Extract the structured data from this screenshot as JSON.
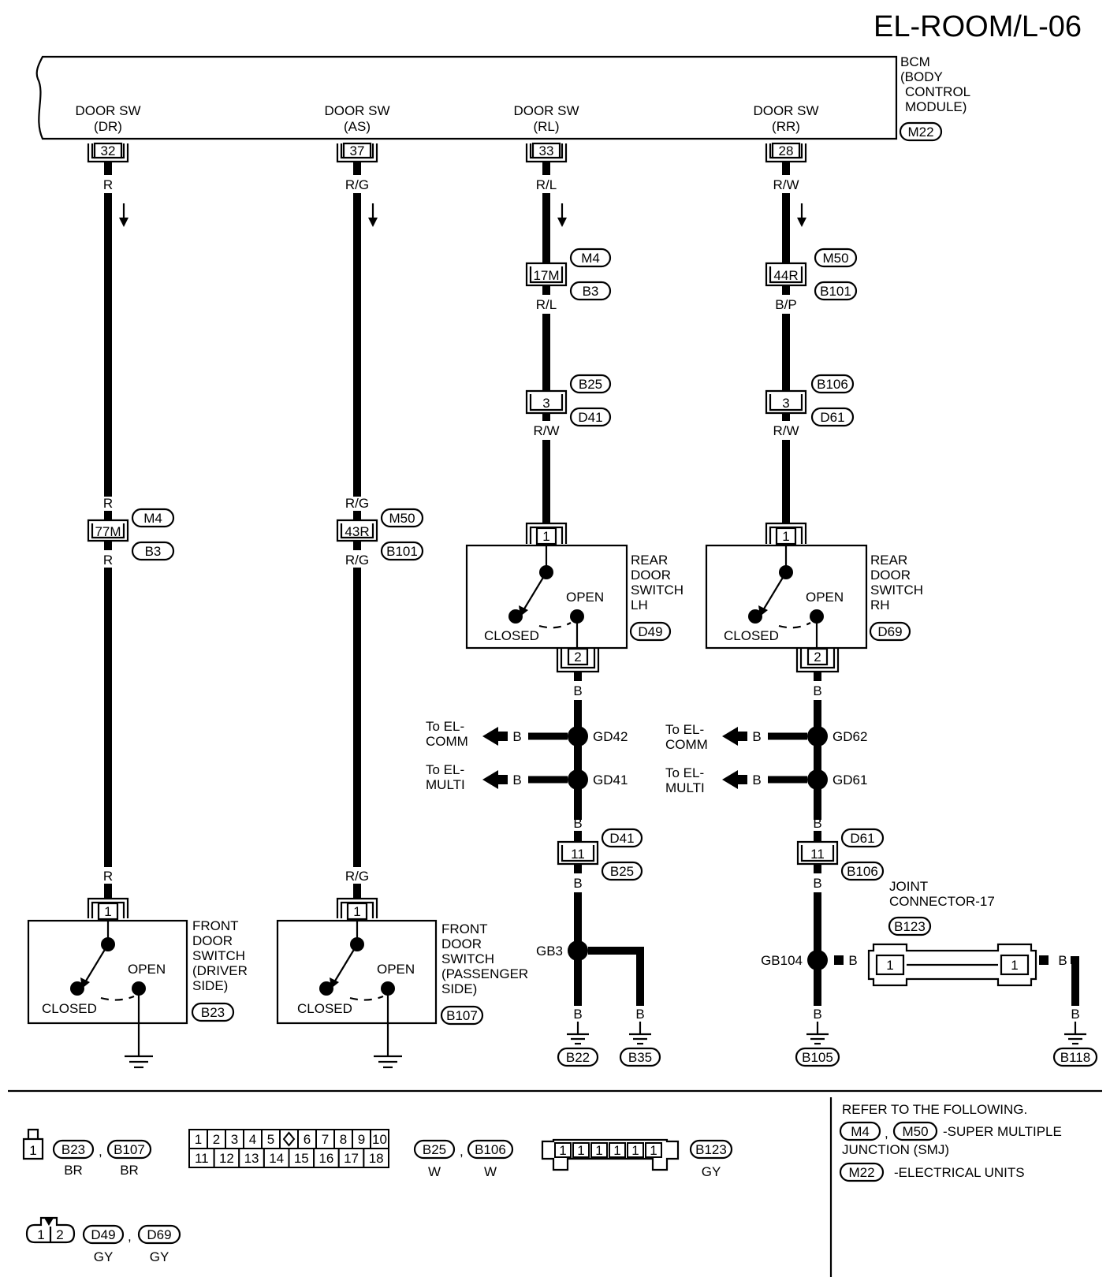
{
  "title": "EL-ROOM/L-06",
  "bcm": {
    "label_lines": [
      "BCM",
      "(BODY",
      "CONTROL",
      "MODULE)"
    ],
    "connector": "M22",
    "terminals": [
      {
        "label_lines": [
          "DOOR SW",
          "(DR)"
        ],
        "pin": "32",
        "wire": "R"
      },
      {
        "label_lines": [
          "DOOR SW",
          "(AS)"
        ],
        "pin": "37",
        "wire": "R/G"
      },
      {
        "label_lines": [
          "DOOR SW",
          "(RL)"
        ],
        "pin": "33",
        "wire": "R/L"
      },
      {
        "label_lines": [
          "DOOR SW",
          "(RR)"
        ],
        "pin": "28",
        "wire": "R/W"
      }
    ]
  },
  "circuit_dr": {
    "inline": {
      "pin": "77M",
      "top_tag": "M4",
      "bottom_tag": "B3",
      "wire_above": "R",
      "wire_below": "R"
    },
    "wire_bottom": "R",
    "switch": {
      "pin": "1",
      "name_lines": [
        "FRONT",
        "DOOR",
        "SWITCH",
        "(DRIVER",
        " SIDE)"
      ],
      "connector": "B23",
      "open": "OPEN",
      "closed": "CLOSED"
    }
  },
  "circuit_as": {
    "inline": {
      "pin": "43R",
      "top_tag": "M50",
      "bottom_tag": "B101",
      "wire_above": "R/G",
      "wire_below": "R/G"
    },
    "wire_bottom": "R/G",
    "switch": {
      "pin": "1",
      "name_lines": [
        "FRONT",
        "DOOR",
        "SWITCH",
        "(PASSENGER",
        " SIDE)"
      ],
      "connector": "B107",
      "open": "OPEN",
      "closed": "CLOSED"
    }
  },
  "circuit_rl": {
    "inline1": {
      "pin": "17M",
      "top_tag": "M4",
      "bottom_tag": "B3",
      "wire_below": "R/L"
    },
    "inline2": {
      "pin": "3",
      "top_tag": "B25",
      "bottom_tag": "D41",
      "wire_below": "R/W"
    },
    "switch": {
      "pin_in": "1",
      "pin_out": "2",
      "name_lines": [
        "REAR",
        "DOOR",
        "SWITCH",
        "LH"
      ],
      "connector": "D49",
      "open": "OPEN",
      "closed": "CLOSED"
    },
    "wire_after_switch": "B",
    "splices": [
      {
        "name": "GD42",
        "to_lines": [
          "To EL-",
          "COMM"
        ],
        "wire": "B"
      },
      {
        "name": "GD41",
        "to_lines": [
          "To EL-",
          "MULTI"
        ],
        "wire": "B"
      }
    ],
    "wire_after_splices": "B",
    "inline3": {
      "pin": "11",
      "top_tag": "D41",
      "bottom_tag": "B25",
      "wire_below": "B"
    },
    "ground_splice": "GB3",
    "grounds": [
      {
        "tag": "B22",
        "wire": "B"
      },
      {
        "tag": "B35",
        "wire": "B"
      }
    ]
  },
  "circuit_rr": {
    "inline1": {
      "pin": "44R",
      "top_tag": "M50",
      "bottom_tag": "B101",
      "wire_below": "B/P"
    },
    "inline2": {
      "pin": "3",
      "top_tag": "B106",
      "bottom_tag": "D61",
      "wire_below": "R/W"
    },
    "switch": {
      "pin_in": "1",
      "pin_out": "2",
      "name_lines": [
        "REAR",
        "DOOR",
        "SWITCH",
        "RH"
      ],
      "connector": "D69",
      "open": "OPEN",
      "closed": "CLOSED"
    },
    "wire_after_switch": "B",
    "splices": [
      {
        "name": "GD62",
        "to_lines": [
          "To EL-",
          "COMM"
        ],
        "wire": "B"
      },
      {
        "name": "GD61",
        "to_lines": [
          "To EL-",
          "MULTI"
        ],
        "wire": "B"
      }
    ],
    "wire_after_splices": "B",
    "inline3": {
      "pin": "11",
      "top_tag": "D61",
      "bottom_tag": "B106",
      "wire_below": "B"
    },
    "ground_splice": "GB104",
    "joint": {
      "name_lines": [
        "JOINT",
        "CONNECTOR-17"
      ],
      "connector": "B123",
      "pin_left": "1",
      "pin_right": "1",
      "wire_in": "B",
      "wire_out": "B"
    },
    "grounds": [
      {
        "tag": "B105",
        "wire": "B"
      },
      {
        "tag": "B118",
        "wire": "B"
      }
    ]
  },
  "legend": {
    "c1": {
      "pin": "1",
      "tags": [
        "B23",
        "B107"
      ],
      "colors": [
        "BR",
        "BR"
      ]
    },
    "c2": {
      "row1": [
        "1",
        "2",
        "3",
        "4",
        "5",
        "",
        "6",
        "7",
        "8",
        "9",
        "10"
      ],
      "row2": [
        "11",
        "12",
        "13",
        "14",
        "15",
        "16",
        "17",
        "18"
      ],
      "tags": [
        "B25",
        "B106"
      ],
      "colors": [
        "W",
        "W"
      ]
    },
    "c3": {
      "pins": [
        "1",
        "1",
        "1",
        "1",
        "1",
        "1"
      ],
      "tag": "B123",
      "color": "GY"
    },
    "c4": {
      "pins": [
        "1",
        "2"
      ],
      "tags": [
        "D49",
        "D69"
      ],
      "colors": [
        "GY",
        "GY"
      ]
    },
    "refer": {
      "heading": "REFER TO THE FOLLOWING.",
      "smj_tags": [
        "M4",
        "M50"
      ],
      "smj_text": "-SUPER MULTIPLE",
      "smj_text2": "JUNCTION (SMJ)",
      "eu_tag": "M22",
      "eu_text": "-ELECTRICAL UNITS"
    }
  }
}
